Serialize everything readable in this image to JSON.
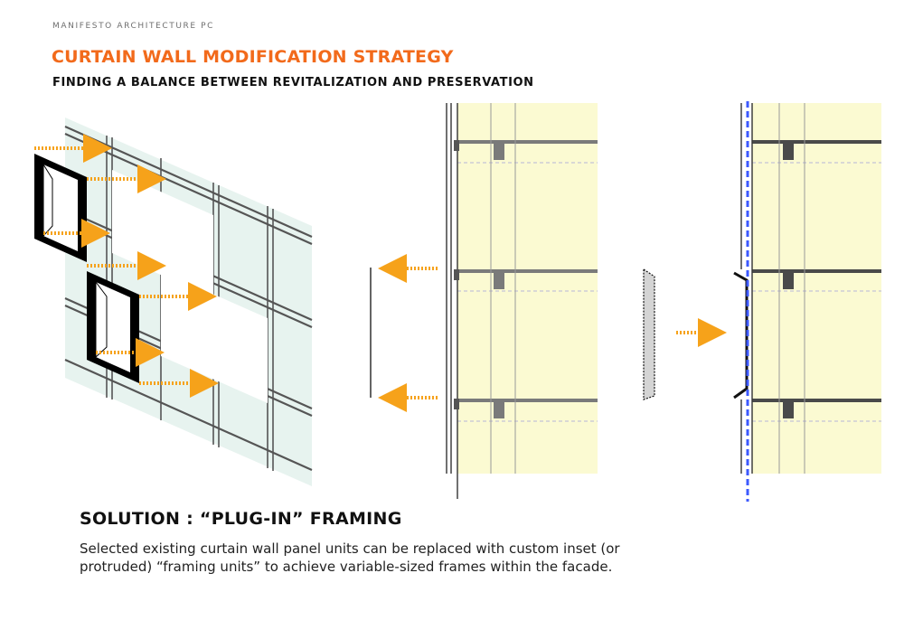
{
  "header": {
    "firm": "MANIFESTO ARCHITECTURE PC",
    "title": "CURTAIN WALL MODIFICATION STRATEGY",
    "subtitle": "FINDING A BALANCE BETWEEN REVITALIZATION AND PRESERVATION"
  },
  "solution": {
    "heading": "SOLUTION : “PLUG-IN” FRAMING",
    "body": "Selected existing curtain wall panel units can be replaced with custom inset (or protruded) “framing units” to achieve variable-sized frames within the facade."
  },
  "colors": {
    "accent": "#f26a1b",
    "arrow": "#f6a21a",
    "panel_fill": "#fbfad2",
    "glass": "#e7f3ef",
    "frame_line": "#555555",
    "plane_line": "#3d5afe"
  }
}
